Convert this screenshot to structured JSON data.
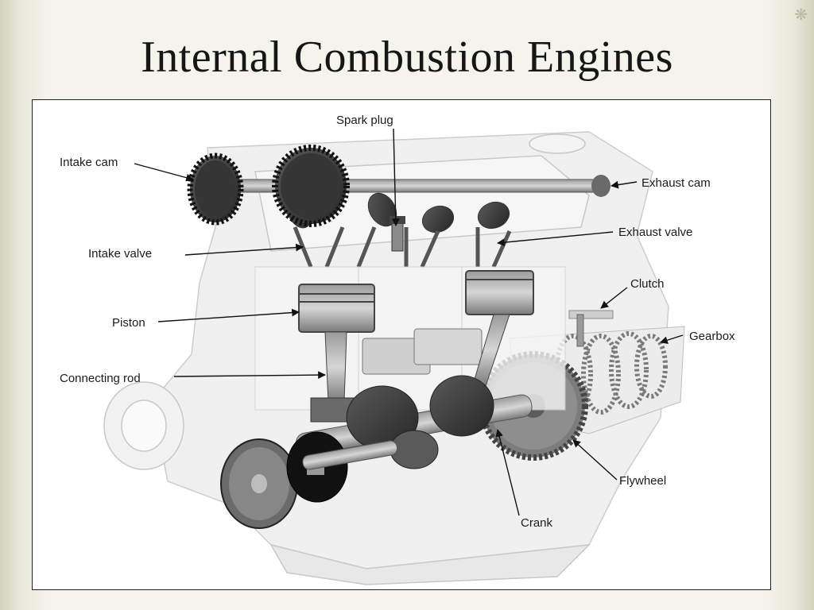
{
  "slide": {
    "title": "Internal Combustion Engines"
  },
  "diagram": {
    "labels": {
      "spark_plug": "Spark plug",
      "intake_cam": "Intake cam",
      "exhaust_cam": "Exhaust cam",
      "intake_valve": "Intake valve",
      "exhaust_valve": "Exhaust valve",
      "clutch": "Clutch",
      "piston": "Piston",
      "gearbox": "Gearbox",
      "connecting_rod": "Connecting rod",
      "flywheel": "Flywheel",
      "crank": "Crank"
    }
  },
  "colors": {
    "background": "#f4f4ec",
    "frame_border": "#222222",
    "part_dark": "#3a3a3a",
    "part_mid": "#8a8a8a",
    "ghost": "#e9e9e9"
  }
}
